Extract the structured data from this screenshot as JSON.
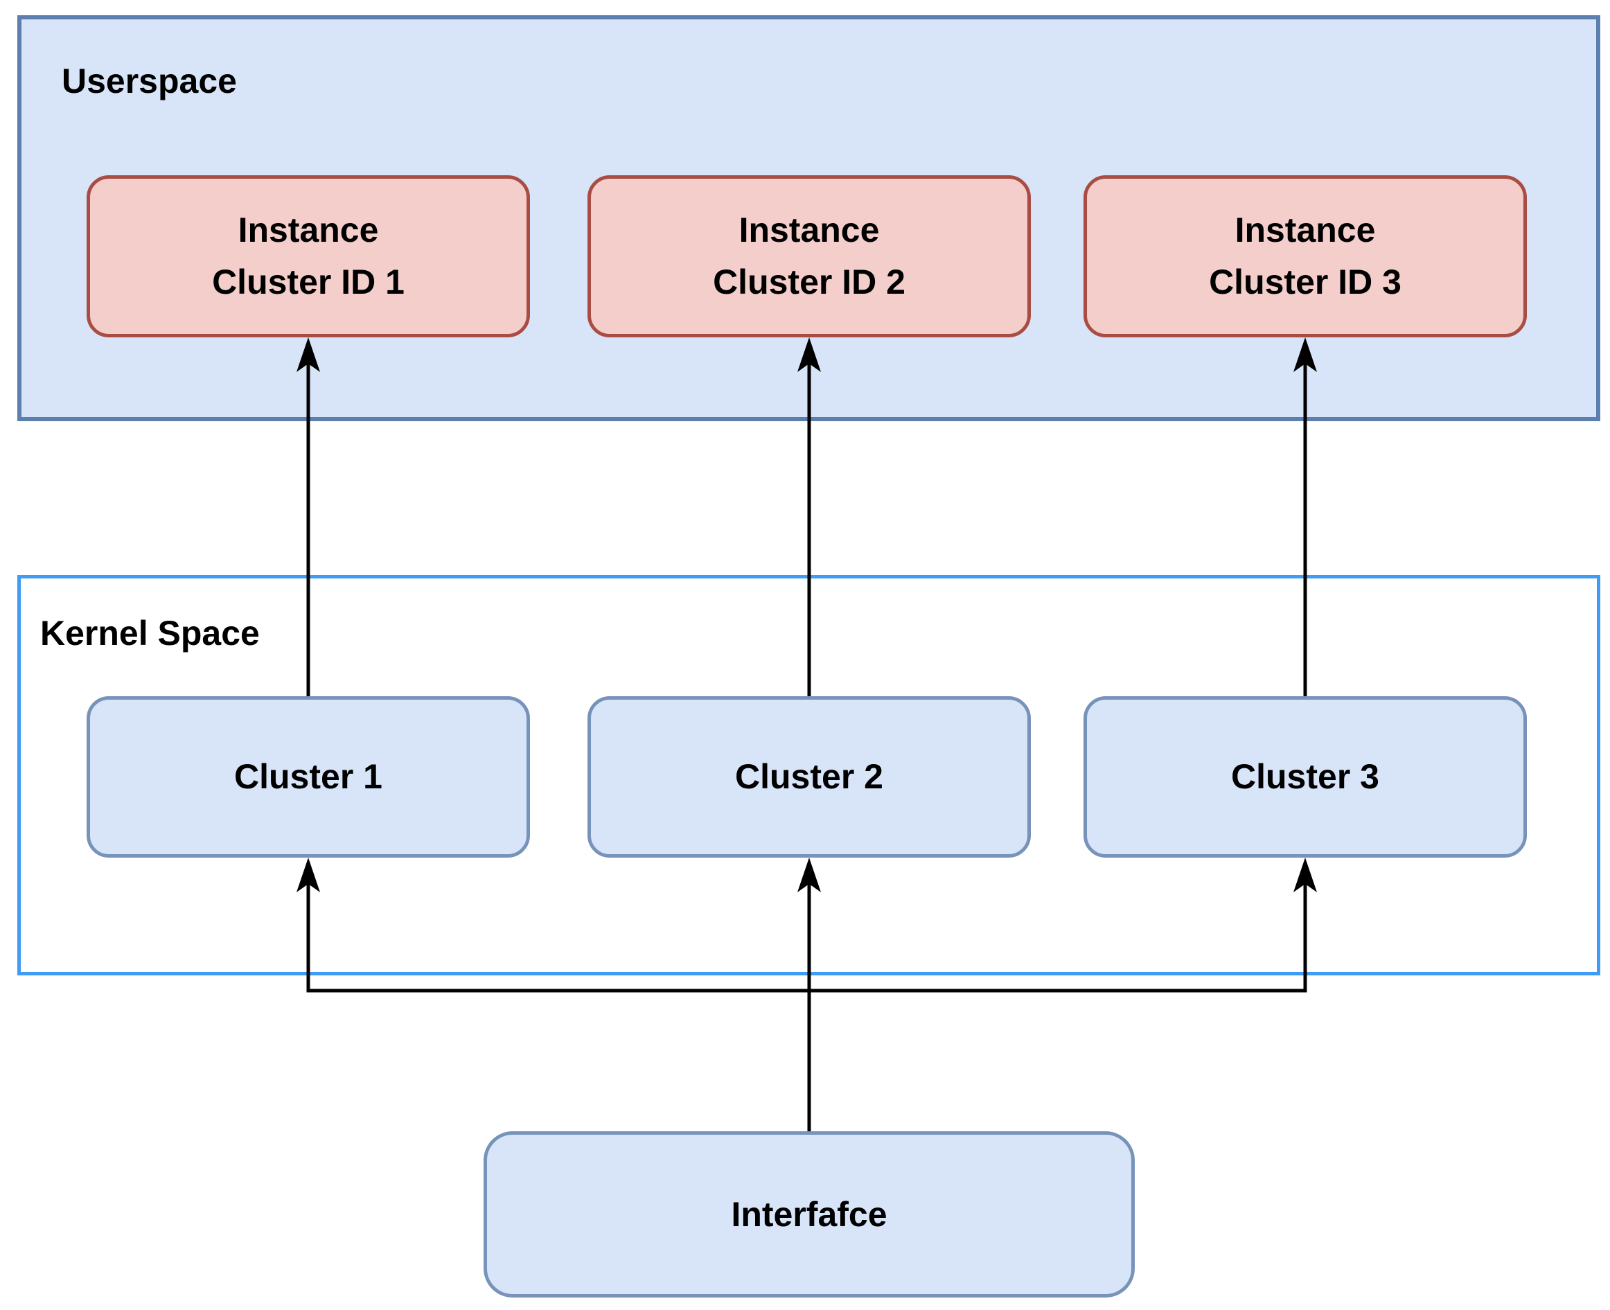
{
  "diagram": {
    "userspace": {
      "label": "Userspace",
      "instances": [
        {
          "line1": "Instance",
          "line2": "Cluster ID 1"
        },
        {
          "line1": "Instance",
          "line2": "Cluster ID 2"
        },
        {
          "line1": "Instance",
          "line2": "Cluster ID 3"
        }
      ]
    },
    "kernel_space": {
      "label": "Kernel Space",
      "clusters": [
        {
          "label": "Cluster 1"
        },
        {
          "label": "Cluster 2"
        },
        {
          "label": "Cluster 3"
        }
      ]
    },
    "interface": {
      "label": "Interfafce"
    },
    "edges": [
      {
        "from": "Interfafce",
        "to": "Cluster 1"
      },
      {
        "from": "Interfafce",
        "to": "Cluster 2"
      },
      {
        "from": "Interfafce",
        "to": "Cluster 3"
      },
      {
        "from": "Cluster 1",
        "to": "Instance Cluster ID 1"
      },
      {
        "from": "Cluster 2",
        "to": "Instance Cluster ID 2"
      },
      {
        "from": "Cluster 3",
        "to": "Instance Cluster ID 3"
      }
    ]
  },
  "colors": {
    "userspace-fill": "#d8e5f8",
    "userspace-border": "#5c7fb0",
    "instance-fill": "#f4cecb",
    "instance-border": "#a94c44",
    "kernel-fill": "#ffffff",
    "kernel-border": "#3e9cf6",
    "cluster-fill": "#d8e5f8",
    "cluster-border": "#7793ba",
    "interface-fill": "#d8e5f8",
    "interface-border": "#7793ba",
    "edge-line": "#000000",
    "text": "#000000"
  }
}
